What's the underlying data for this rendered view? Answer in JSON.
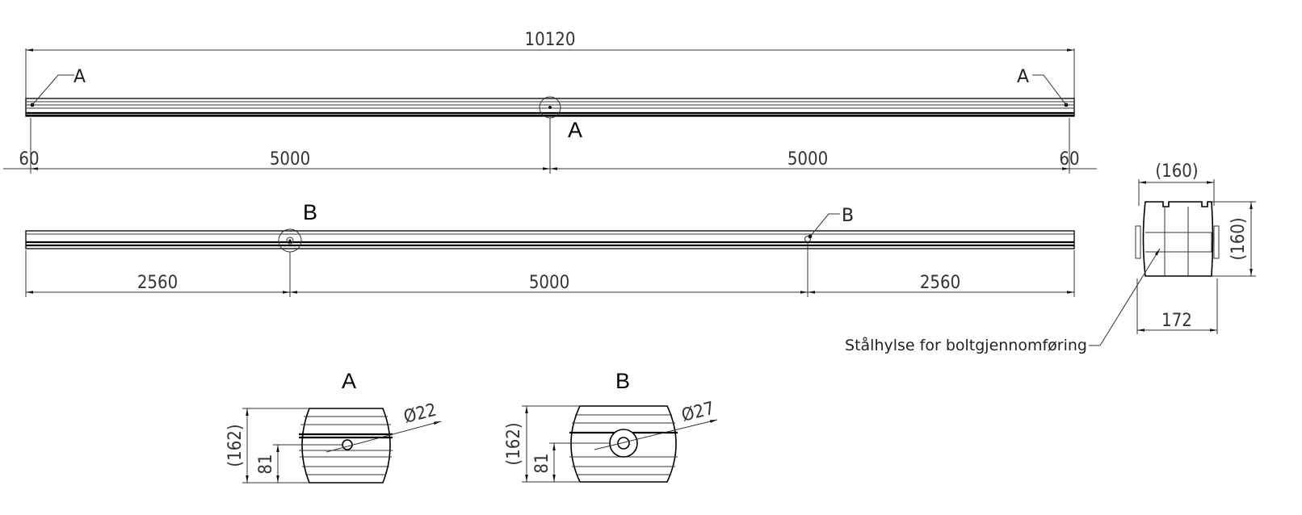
{
  "elevation_top": {
    "overall_length": "10120",
    "end_offset_left": "60",
    "end_offset_right": "60",
    "spacing_left": "5000",
    "spacing_right": "5000",
    "section_ref_left": "A",
    "section_ref_right": "A",
    "detail_ref": "A"
  },
  "elevation_bottom": {
    "span_left": "2560",
    "span_mid": "5000",
    "span_right": "2560",
    "detail_ref": "B",
    "section_ref": "B"
  },
  "cross_section": {
    "width_top": "(160)",
    "height": "(160)",
    "width_bottom": "172",
    "sleeve_note": "Stålhylse for boltgjennomføring"
  },
  "detail_a": {
    "title": "A",
    "height": "(162)",
    "offset": "81",
    "diameter": "Ø22"
  },
  "detail_b": {
    "title": "B",
    "height": "(162)",
    "offset": "81",
    "diameter": "Ø27"
  }
}
